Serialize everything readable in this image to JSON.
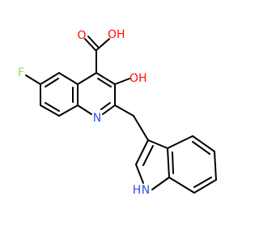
{
  "molecule": {
    "atoms": {
      "oxygen_carbonyl": "O",
      "oxygen_acid_hydroxyl": "OH",
      "oxygen_ring_hydroxyl": "OH",
      "fluorine": "F",
      "nitrogen_quinoline": "N",
      "nitrogen_indole_h": "H",
      "nitrogen_indole": "N"
    }
  },
  "colors": {
    "oxygen": "#ff0d0d",
    "nitrogen": "#3050f8",
    "fluorine": "#90e050",
    "bond": "#000000"
  }
}
